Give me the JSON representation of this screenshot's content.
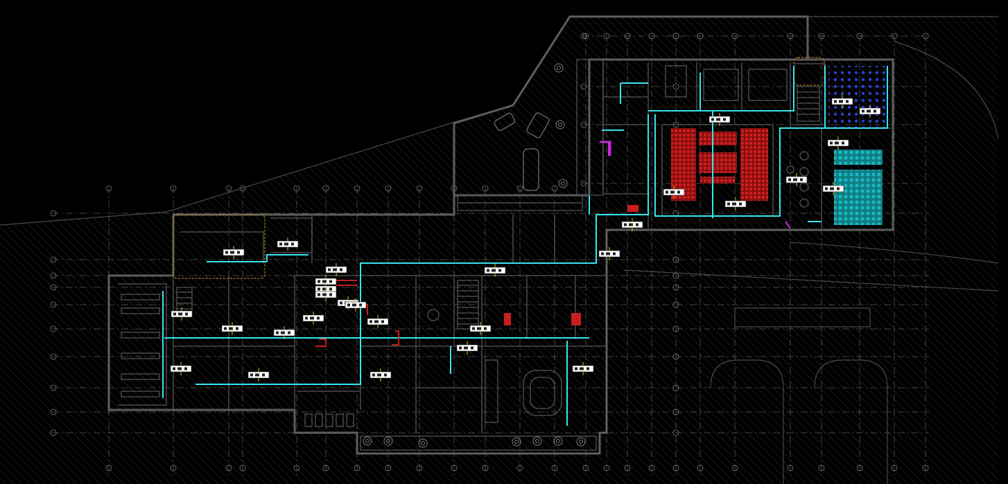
{
  "canvas": {
    "background": "#000000",
    "site_hatch_color": "#3a3a3a",
    "wall_color": "#5a5a5a",
    "grid_color": "#6e6e6e",
    "duct_color": "#35e6f0",
    "tag_fill": "#ffffff",
    "tag_leader": "#f0c020",
    "equipment_red": "#c81e1e",
    "equipment_teal": "#16a9b0",
    "equipment_blue": "#2a3fd0",
    "equipment_magenta": "#c02ad8",
    "cloud_color": "#b07a2a"
  },
  "view": {
    "type": "CAD floor plan - HVAC ductwork layout",
    "icon_set": [
      "car-icon",
      "tree-icon",
      "stair-icon",
      "door-swing-icon",
      "grid-bubble-icon"
    ]
  },
  "duct_tags": [
    {
      "id": "t1"
    },
    {
      "id": "t2"
    },
    {
      "id": "t3"
    },
    {
      "id": "t4"
    },
    {
      "id": "t5"
    },
    {
      "id": "t6"
    },
    {
      "id": "t7"
    },
    {
      "id": "t8"
    },
    {
      "id": "t9"
    },
    {
      "id": "t10"
    },
    {
      "id": "t11"
    },
    {
      "id": "t12"
    },
    {
      "id": "t13"
    },
    {
      "id": "t14"
    },
    {
      "id": "t15"
    },
    {
      "id": "t16"
    },
    {
      "id": "t17"
    },
    {
      "id": "t18"
    },
    {
      "id": "t19"
    },
    {
      "id": "t20"
    },
    {
      "id": "t21"
    },
    {
      "id": "t22"
    },
    {
      "id": "t23"
    },
    {
      "id": "t24"
    },
    {
      "id": "t25"
    },
    {
      "id": "t26"
    },
    {
      "id": "t27"
    },
    {
      "id": "t28"
    },
    {
      "id": "t29"
    },
    {
      "id": "t30"
    }
  ]
}
